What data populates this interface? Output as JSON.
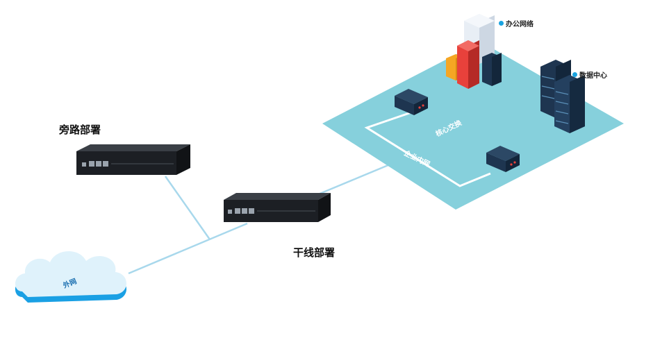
{
  "labels": {
    "bypass": "旁路部署",
    "inline": "干线部署",
    "office": "办公网络",
    "datacenter": "数据中心",
    "core_switch": "核心交换",
    "intranet": "企业内网",
    "internet": "外网"
  },
  "colors": {
    "platform": "#86d0dc",
    "link": "#a8d8ec",
    "cloud_top": "#dff2fb",
    "cloud_side": "#1aa0e4",
    "device": "#1c1f24",
    "server": "#1e3550",
    "bullet": "#19a3e0"
  }
}
